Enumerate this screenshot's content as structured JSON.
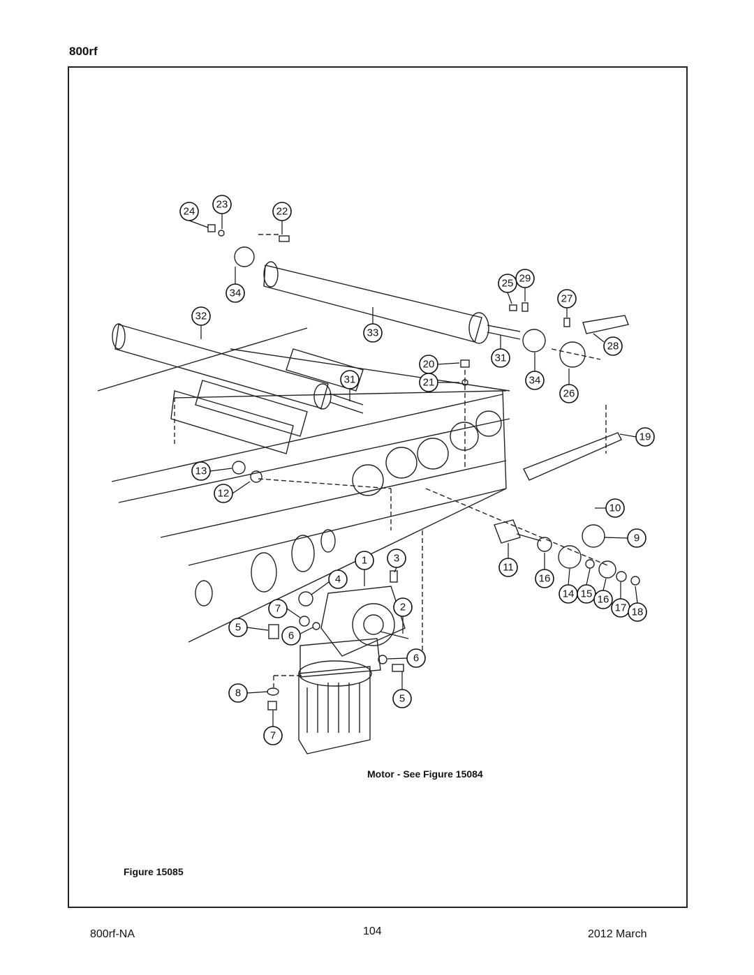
{
  "header": {
    "title": "800rf"
  },
  "diagram": {
    "callouts": [
      "24",
      "23",
      "22",
      "34",
      "25",
      "29",
      "27",
      "32",
      "33",
      "31",
      "28",
      "20",
      "21",
      "31",
      "34",
      "26",
      "19",
      "13",
      "12",
      "10",
      "9",
      "1",
      "3",
      "11",
      "16",
      "4",
      "14",
      "15",
      "16",
      "17",
      "18",
      "7",
      "2",
      "5",
      "6",
      "6",
      "8",
      "5",
      "7"
    ]
  },
  "captions": {
    "motor_note": "Motor - See Figure 15084",
    "figure_label": "Figure 15085"
  },
  "footer": {
    "doc_id": "800rf-NA",
    "page_number": "104",
    "date": "2012 March"
  }
}
